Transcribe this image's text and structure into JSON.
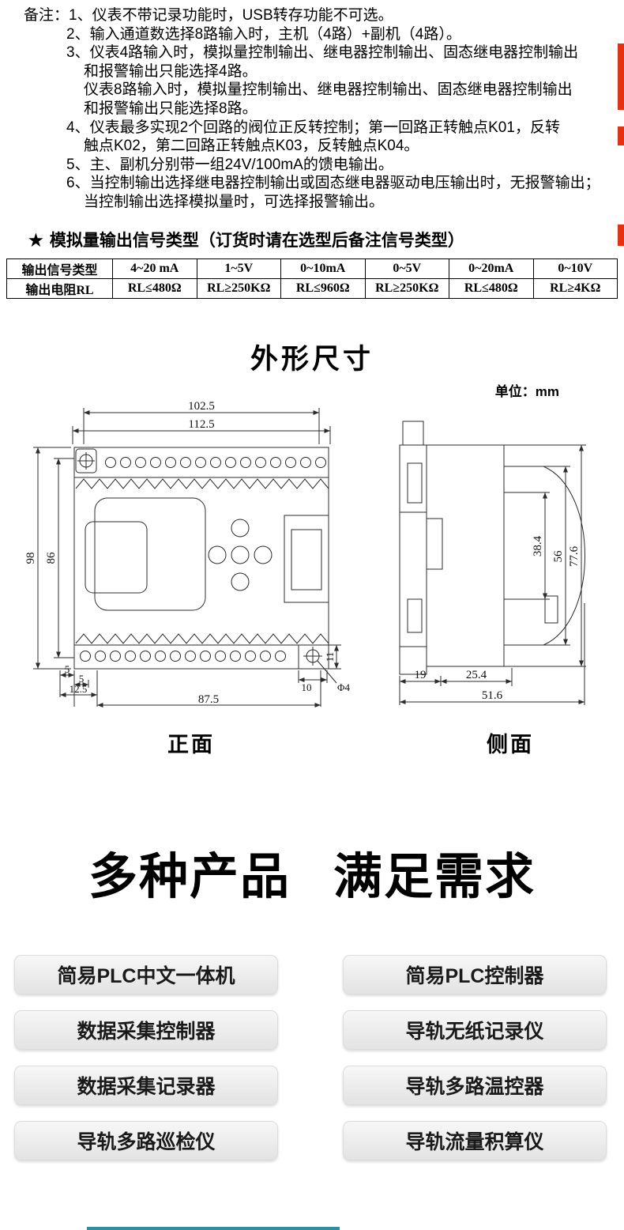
{
  "colors": {
    "edge-red": "#e8300e",
    "button-bg-top": "#f7f7f7",
    "button-bg-bottom": "#e3e3e3"
  },
  "notes": {
    "lines": [
      "备注：1、仪表不带记录功能时，USB转存功能不可选。",
      "2、输入通道数选择8路输入时，主机（4路）+副机（4路）。",
      "3、仪表4路输入时，模拟量控制输出、继电器控制输出、固态继电器控制输出",
      "和报警输出只能选择4路。",
      "仪表8路输入时，模拟量控制输出、继电器控制输出、固态继电器控制输出",
      "和报警输出只能选择8路。",
      "4、仪表最多实现2个回路的阀位正反转控制；第一回路正转触点K01，反转",
      "触点K02，第二回路正转触点K03，反转触点K04。",
      "5、主、副机分别带一组24V/100mA的馈电输出。",
      "6、当控制输出选择继电器控制输出或固态继电器驱动电压输出时，无报警输出；",
      "当控制输出选择模拟量时，可选择报警输出。"
    ]
  },
  "signal_section": {
    "star": "★",
    "title": "模拟量输出信号类型（订货时请在选型后备注信号类型）",
    "table": {
      "rows": [
        [
          "输出信号类型",
          "4~20 mA",
          "1~5V",
          "0~10mA",
          "0~5V",
          "0~20mA",
          "0~10V"
        ],
        [
          "输出电阻RL",
          "RL≤480Ω",
          "RL≥250KΩ",
          "RL≤960Ω",
          "RL≥250KΩ",
          "RL≤480Ω",
          "RL≥4KΩ"
        ]
      ]
    }
  },
  "dimensions_section": {
    "title": "外形尺寸",
    "unit": "单位：mm",
    "front": {
      "caption": "正面",
      "dims": {
        "body_width": "102.5",
        "total_width": "112.5",
        "total_height": "98",
        "inner_height": "86",
        "offset_a": "5",
        "offset_b": "5",
        "offset_c": "12.5",
        "bottom_width": "87.5",
        "notch_width": "10",
        "notch_height": "11",
        "hole_dia": "Φ4"
      }
    },
    "side": {
      "caption": "侧面",
      "dims": {
        "front_depth": "38.4",
        "mid_height": "56",
        "total_height": "77.6",
        "rail_depth": "19",
        "body_depth": "25.4",
        "total_depth": "51.6"
      }
    }
  },
  "products_section": {
    "heading_part1": "多种产品",
    "heading_part2": "满足需求",
    "buttons": [
      "简易PLC中文一体机",
      "简易PLC控制器",
      "数据采集控制器",
      "导轨无纸记录仪",
      "数据采集记录器",
      "导轨多路温控器",
      "导轨多路巡检仪",
      "导轨流量积算仪"
    ]
  }
}
